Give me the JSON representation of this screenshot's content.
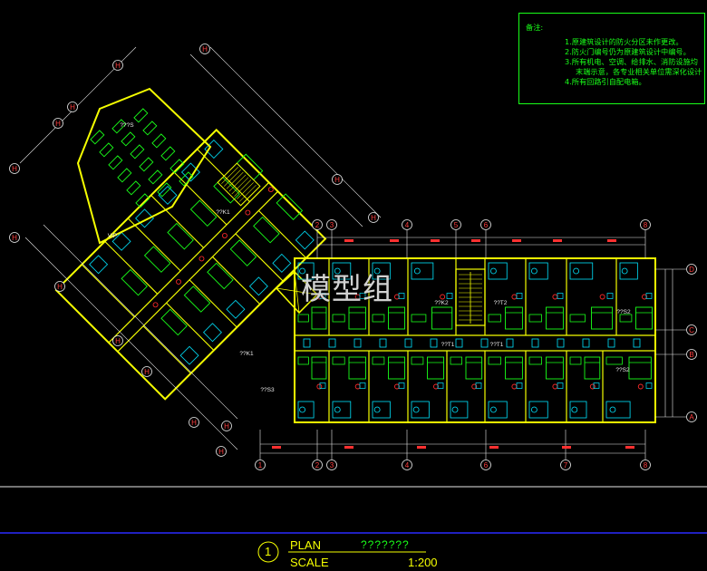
{
  "notes": {
    "title": "备注:",
    "lines": [
      "1.原建筑设计的防火分区未作更改。",
      "2.防火门编号仍为原建筑设计中编号。",
      "3.所有机电、空调、给排水、消防设施均",
      "末端示意，各专业相关单位需深化设计",
      "4.所有回路引自配电箱。"
    ]
  },
  "watermark": "模型组",
  "title_block": {
    "index": "1",
    "plan_label": "PLAN",
    "plan_name": "???????",
    "scale_label": "SCALE",
    "scale_value": "1:200"
  },
  "grid": {
    "bottom_axes": [
      "1",
      "2",
      "3",
      "4",
      "6",
      "7",
      "8"
    ],
    "top_axes": [
      "2",
      "3",
      "4",
      "5",
      "6",
      "8"
    ],
    "right_axes": [
      "D",
      "C",
      "B",
      "A"
    ],
    "diagonal_axes": [
      "H",
      "H",
      "H",
      "H",
      "H",
      "H",
      "H",
      "H",
      "H",
      "H",
      "H",
      "H",
      "H",
      "H"
    ]
  },
  "room_tags": [
    "???S",
    "VIP",
    "??K1",
    "??K2",
    "??T2",
    "??K1",
    "??S3",
    "??S2",
    "??S2",
    "??T1",
    "??T1"
  ],
  "colors": {
    "background": "#000000",
    "walls": "#f5ff00",
    "furniture": "#19ff19",
    "fixtures": "#00e5ff",
    "tags": "#ff2a2a",
    "dimension": "#ff3030",
    "lines": "#e8e8e8",
    "title_block": "#1a1aff"
  }
}
